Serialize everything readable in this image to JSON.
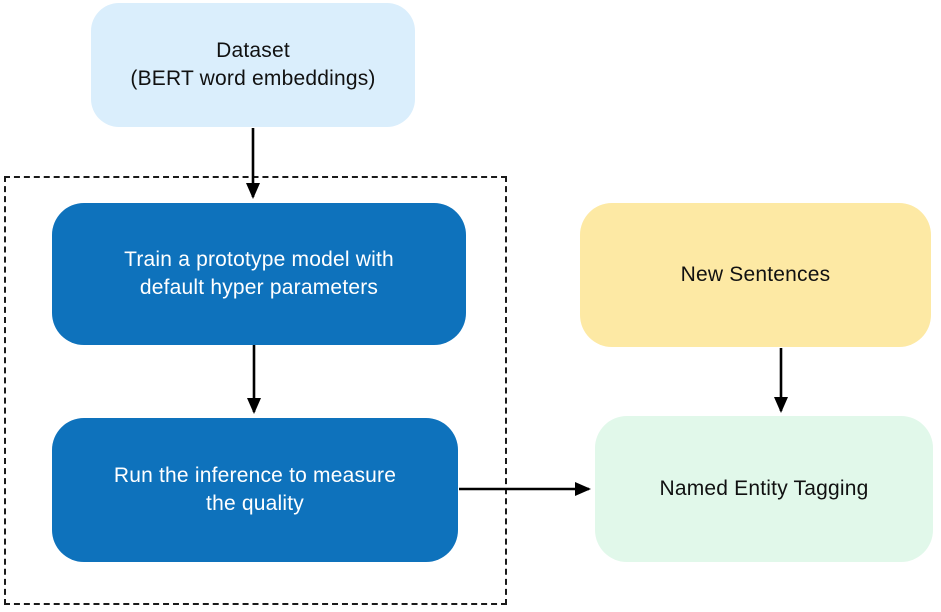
{
  "diagram": {
    "type": "flowchart",
    "nodes": {
      "dataset": {
        "lines": [
          "Dataset",
          "(BERT word embeddings)"
        ],
        "role": "input-data"
      },
      "train": {
        "lines": [
          "Train a prototype model with",
          "default hyper parameters"
        ],
        "role": "process"
      },
      "inference": {
        "lines": [
          "Run the inference to measure",
          "the quality"
        ],
        "role": "process"
      },
      "new_sentences": {
        "lines": [
          "New Sentences"
        ],
        "role": "input-data"
      },
      "ner": {
        "lines": [
          "Named Entity Tagging"
        ],
        "role": "output"
      }
    },
    "edges": [
      {
        "from": "dataset",
        "to": "train"
      },
      {
        "from": "train",
        "to": "inference"
      },
      {
        "from": "inference",
        "to": "ner"
      },
      {
        "from": "new_sentences",
        "to": "ner"
      }
    ],
    "colors": {
      "dataset_bg": "#daeefc",
      "process_bg": "#0e72bc",
      "process_text": "#ffffff",
      "new_sentences_bg": "#fde9a4",
      "ner_bg": "#e1f8ea",
      "text": "#111111",
      "arrow": "#000000",
      "dashed_border": "#1a1a1a"
    }
  }
}
